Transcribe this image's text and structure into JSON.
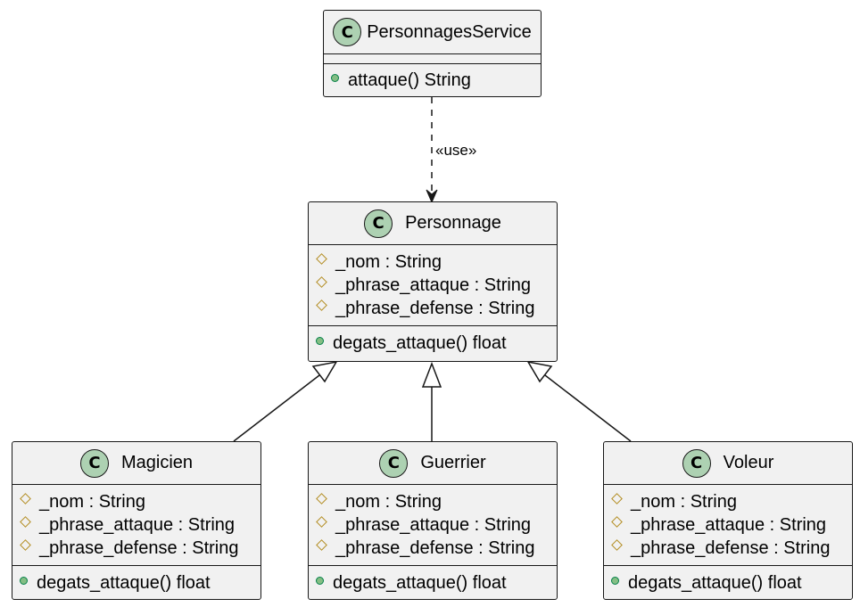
{
  "classes": {
    "service": {
      "icon": "C",
      "name": "PersonnagesService",
      "attributes": [],
      "methods": [
        "attaque() String"
      ]
    },
    "personnage": {
      "icon": "C",
      "name": "Personnage",
      "attributes": [
        "_nom : String",
        "_phrase_attaque : String",
        "_phrase_defense : String"
      ],
      "methods": [
        "degats_attaque() float"
      ]
    },
    "magicien": {
      "icon": "C",
      "name": "Magicien",
      "attributes": [
        "_nom : String",
        "_phrase_attaque : String",
        "_phrase_defense : String"
      ],
      "methods": [
        "degats_attaque() float"
      ]
    },
    "guerrier": {
      "icon": "C",
      "name": "Guerrier",
      "attributes": [
        "_nom : String",
        "_phrase_attaque : String",
        "_phrase_defense : String"
      ],
      "methods": [
        "degats_attaque() float"
      ]
    },
    "voleur": {
      "icon": "C",
      "name": "Voleur",
      "attributes": [
        "_nom : String",
        "_phrase_attaque : String",
        "_phrase_defense : String"
      ],
      "methods": [
        "degats_attaque() float"
      ]
    }
  },
  "relations": {
    "use_label": "«use»"
  },
  "colors": {
    "class_fill": "#f1f1f1",
    "border": "#181818",
    "class_icon_fill": "#add1b2",
    "public_marker": "#84be84",
    "protected_marker": "#b38d22"
  }
}
